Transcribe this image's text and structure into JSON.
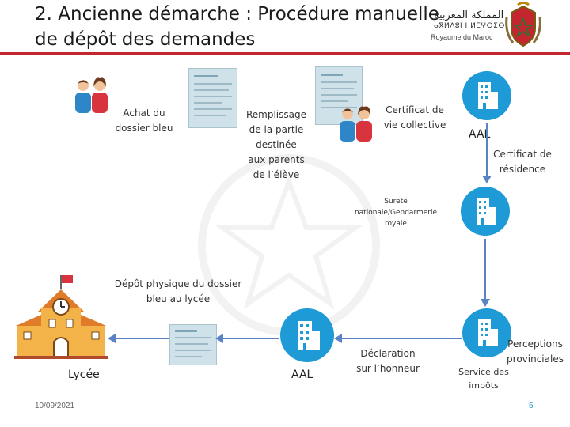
{
  "title_line1": "2. Ancienne démarche : Procédure manuelle",
  "title_line2": "de dépôt des demandes",
  "logo": {
    "arabic": "المملكة المغربية",
    "tifinagh": "ⴰⴳⵍⴷⵓⵏ ⵏ ⵍⵎⵖⵔⵉⴱ",
    "french": "Royaume du Maroc"
  },
  "steps": {
    "achat": [
      "Achat du",
      "dossier bleu"
    ],
    "remplissage": [
      "Remplissage",
      "de la partie",
      "destinée",
      "aux parents",
      "de l’élève"
    ],
    "cert_vie": [
      "Certificat de",
      "vie collective"
    ],
    "aal_top": "AAL",
    "cert_res": [
      "Certificat de",
      "résidence"
    ],
    "surete": [
      "Sureté",
      "nationale/Gendarmerie",
      "royale"
    ],
    "depot": [
      "Dépôt physique du dossier",
      "bleu au lycée"
    ],
    "lycee": "Lycée",
    "aal_bottom": "AAL",
    "declaration": [
      "Déclaration",
      "sur l’honneur"
    ],
    "perceptions": [
      "Perceptions",
      "provinciales"
    ],
    "service": [
      "Service des",
      "impôts"
    ]
  },
  "footer": {
    "date": "10/09/2021",
    "page": "5"
  },
  "colors": {
    "accent": "#1e9ad6",
    "red": "#c1272d",
    "arrow": "#5b82c4"
  }
}
